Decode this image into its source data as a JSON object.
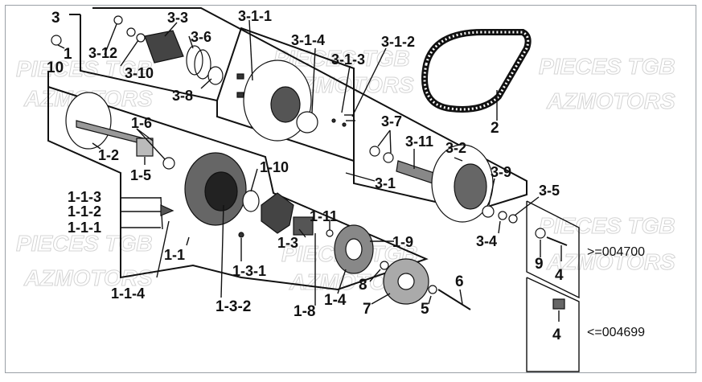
{
  "watermark": {
    "line1": "PIECES TGB",
    "line2": "AZMOTORS"
  },
  "labels": {
    "l3": "3",
    "l3_3": "3-3",
    "l3_12": "3-12",
    "l3_6": "3-6",
    "l3_10": "3-10",
    "l3_8": "3-8",
    "l3_1_1": "3-1-1",
    "l3_1_4": "3-1-4",
    "l3_1_2": "3-1-2",
    "l3_1_3": "3-1-3",
    "l2": "2",
    "l3_7": "3-7",
    "l3_11": "3-11",
    "l3_2": "3-2",
    "l3_9": "3-9",
    "l3_5": "3-5",
    "l3_1": "3-1",
    "l3_4": "3-4",
    "l10": "10",
    "l1": "1",
    "l1_6": "1-6",
    "l1_2": "1-2",
    "l1_5": "1-5",
    "l1_10": "1-10",
    "l1_1_3": "1-1-3",
    "l1_1_2": "1-1-2",
    "l1_1_1": "1-1-1",
    "l1_1": "1-1",
    "l1_1_4": "1-1-4",
    "l1_11": "1-11",
    "l1_9": "1-9",
    "l1_3": "1-3",
    "l1_3_1": "1-3-1",
    "l1_3_2": "1-3-2",
    "l1_8": "1-8",
    "l1_4": "1-4",
    "l8": "8",
    "l7": "7",
    "l5": "5",
    "l6": "6",
    "l9": "9",
    "l4a": "4",
    "l4b": "4"
  },
  "notes": {
    "upper": ">=004700",
    "lower": "<=004699"
  }
}
